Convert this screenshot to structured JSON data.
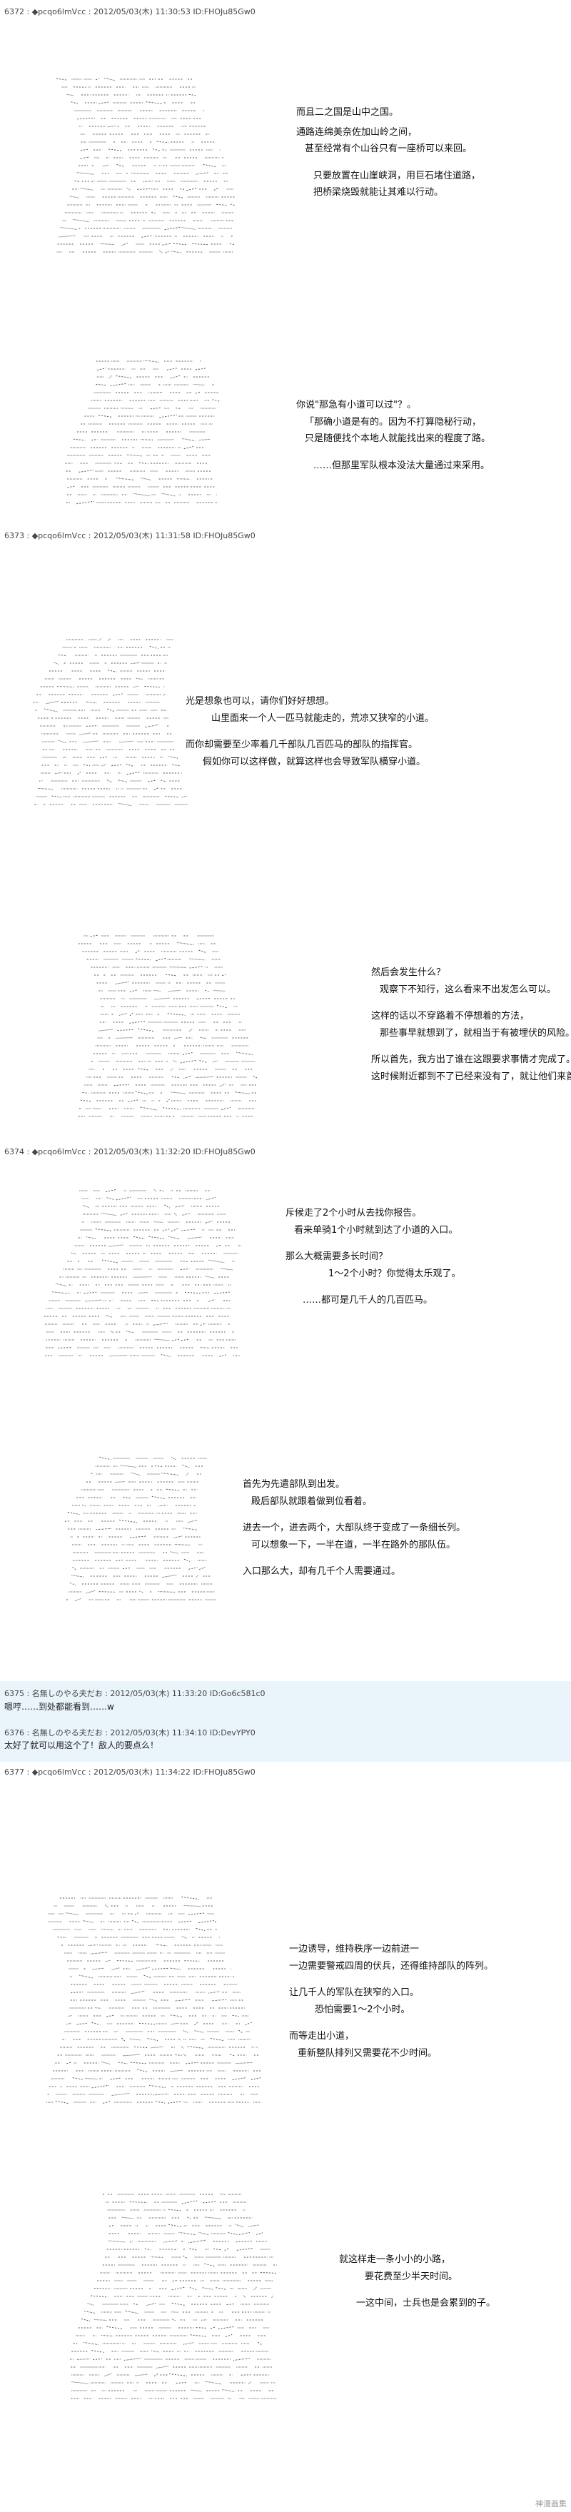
{
  "posts": [
    {
      "header": "6372 : ◆pcqo6lmVcc : 2012/05/03(木) 11:30:53 ID:FHOJu85Gw0",
      "panels": [
        {
          "lines": [
            "而且二之国是山中之国。",
            "通路连绵美奈佐加山岭之间，",
            "甚至经常有个山谷只有一座桥可以来回。",
            "只要放置在山崖峡洞，用巨石堵住道路，",
            "把桥梁烧毁就能让其难以行动。"
          ]
        },
        {
          "lines": [
            "你说\"那急有小道可以过\"？。",
            "「那确小道是有的。因为不打算隐秘行动，",
            "只是随便找个本地人就能找出来的程度了路。",
            "……但那里军队根本没法大量通过来采用。"
          ]
        }
      ]
    },
    {
      "header": "6373 : ◆pcqo6lmVcc : 2012/05/03(木) 11:31:58 ID:FHOJu85Gw0",
      "panels": [
        {
          "lines": [
            "光是想象也可以，请你们好好想想。",
            "山里面来一个人一匹马就能走的，荒凉又狭窄的小道。",
            "而你却需要至少率着几千部队几百匹马的部队的指挥官。",
            "假如你可以这样做，就算这样也会导致军队横穿小道。"
          ]
        },
        {
          "lines": [
            "然后会发生什么？",
            "观察下不知行，这么看来不出发怎么可以。",
            "这样的话以不穿路着不停想着的方法，",
            "那些事早就想到了，就相当于有被埋伏的风险。",
            "所以首先，我方出了谁在这跟要求事情才完成了。",
            "这时候附近都到不了已经来没有了，就让他们来首发。"
          ]
        }
      ]
    },
    {
      "header": "6374 : ◆pcqo6lmVcc : 2012/05/03(木) 11:32:20 ID:FHOJu85Gw0",
      "panels": [
        {
          "lines": [
            "斥候走了2个小时从去找你报告。",
            "看来单骑1个小时就到达了小道的入口。",
            "那么大概需要多长时间？",
            "1～2个小时？你觉得太乐观了。",
            "……都可是几千人的几百匹马。"
          ]
        },
        {
          "lines": [
            "首先为先遣部队到出发。",
            "殿后部队就跟着做到位看着。",
            "进去一个，进去两个，大部队终于变成了一条细长列。",
            "可以想象一下，一半在道，一半在路外的那队伍。",
            "入口那么大，却有几千个人需要通过。"
          ]
        }
      ]
    },
    {
      "reply": true,
      "header": "6375 : 名無しのやる夫だお : 2012/05/03(木) 11:33:20 ID:Go6c581c0",
      "body": "嗯哼……到处都能看到……w"
    },
    {
      "reply": true,
      "header": "6376 : 名無しのやる夫だお : 2012/05/03(木) 11:34:10 ID:DevYPY0",
      "body": "太好了就可以用这个了！敌人的要点么！"
    },
    {
      "header": "6377 : ◆pcqo6lmVcc : 2012/05/03(木) 11:34:22 ID:FHOJu85Gw0",
      "panels": [
        {
          "lines": [
            "一边诱导，维持秩序一边前进一",
            "一边需要警戒四周的伏兵，还得维持部队的阵列。",
            "让几千人的军队在狭窄的入口。",
            "恐怕需要1～2个小时。",
            "而等走出小道，",
            "重新整队排列又需要花不少时间。"
          ]
        },
        {
          "lines": [
            "就这样走一条小小的小路，",
            "要花费至少半天时间。",
            "一这中间，士兵也是会累到的子。"
          ]
        }
      ]
    }
  ],
  "watermark": "神漫画集"
}
